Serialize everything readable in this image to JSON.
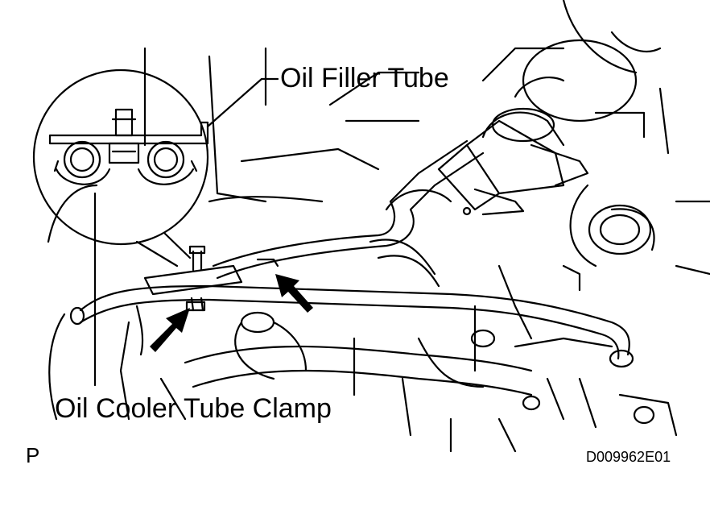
{
  "callouts": {
    "oil_filler_tube": "Oil Filler Tube",
    "oil_cooler_tube_clamp": "Oil Cooler Tube Clamp"
  },
  "figure_id": "D009962E01",
  "view_letter": "P",
  "colors": {
    "line": "#000000",
    "background": "#ffffff",
    "arrow_fill": "#000000"
  }
}
